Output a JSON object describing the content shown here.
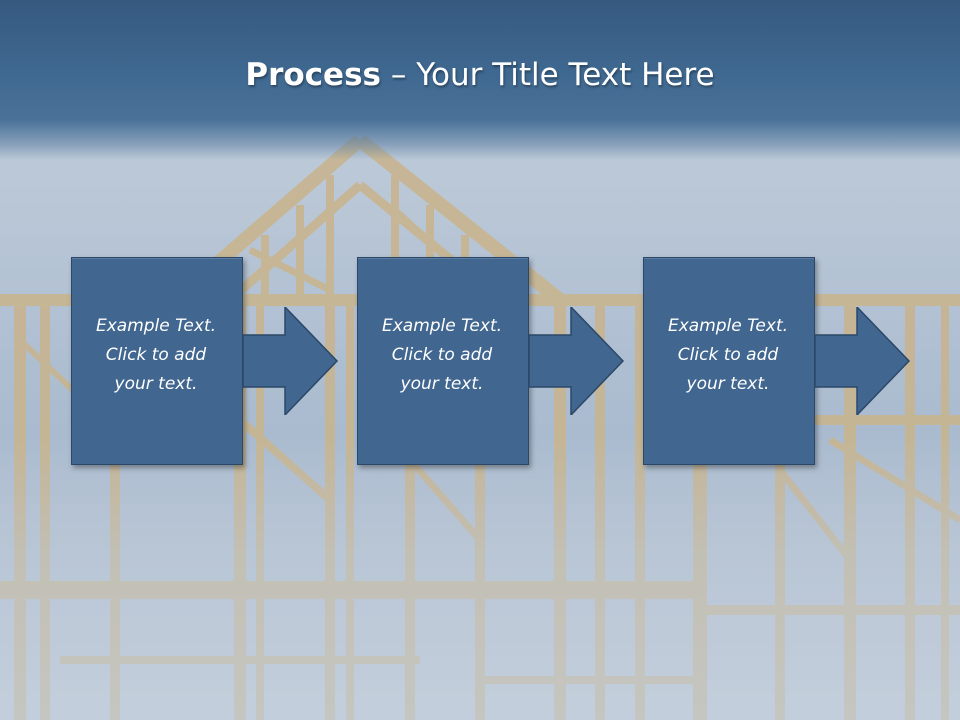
{
  "slide": {
    "title_bold": "Process",
    "title_rest": " – Your Title Text Here"
  },
  "steps": [
    {
      "text": "Example Text.\nClick  to add\nyour text."
    },
    {
      "text": "Example Text.\nClick  to add\nyour text."
    },
    {
      "text": "Example Text.\nClick  to add\nyour text."
    }
  ],
  "colors": {
    "title_bar": "#3f6890",
    "box_fill": "#41668f",
    "box_border": "#2b4868",
    "text": "#ffffff"
  },
  "icons": {
    "arrow": "right-arrow-icon",
    "background": "house-frame-illustration"
  }
}
